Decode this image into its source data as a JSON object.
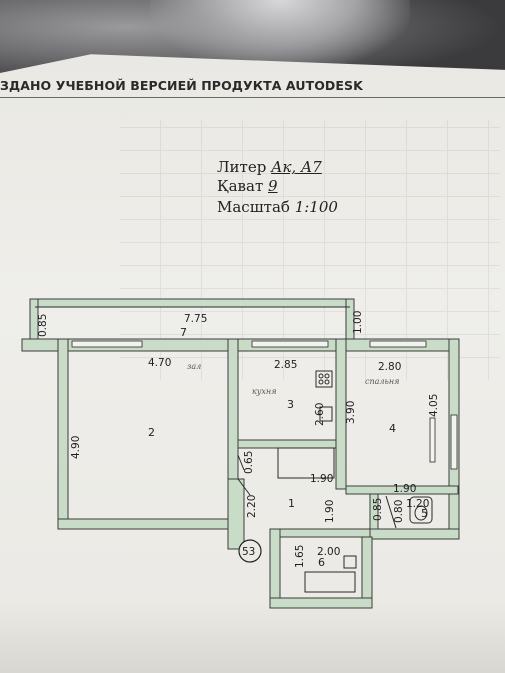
{
  "banner": "ЗДАНО УЧЕБНОЙ ВЕРСИЕЙ ПРОДУКТА AUTODESK",
  "header": {
    "liter_label": "Литер",
    "liter_value": "Ак, А7",
    "floor_label": "Қават",
    "floor_value": "9",
    "scale_label": "Масштаб",
    "scale_value": "1:100"
  },
  "rooms": [
    "1",
    "2",
    "3",
    "4",
    "5",
    "6",
    "7"
  ],
  "room_notes": [
    "зал",
    "кухня",
    "спальня"
  ],
  "dimensions": [
    "7.75",
    "0.85",
    "1.00",
    "4.70",
    "2.85",
    "2.80",
    "4.90",
    "2.60",
    "3.90",
    "4.05",
    "0.65",
    "1.90",
    "1.90",
    "2.20",
    "1.90",
    "0.85",
    "0.80",
    "1.20",
    "1.65",
    "2.00"
  ],
  "marker": "53",
  "colors": {
    "wall_fill": "#c9dcc8",
    "paper": "#eceae5",
    "ink": "#222222"
  }
}
